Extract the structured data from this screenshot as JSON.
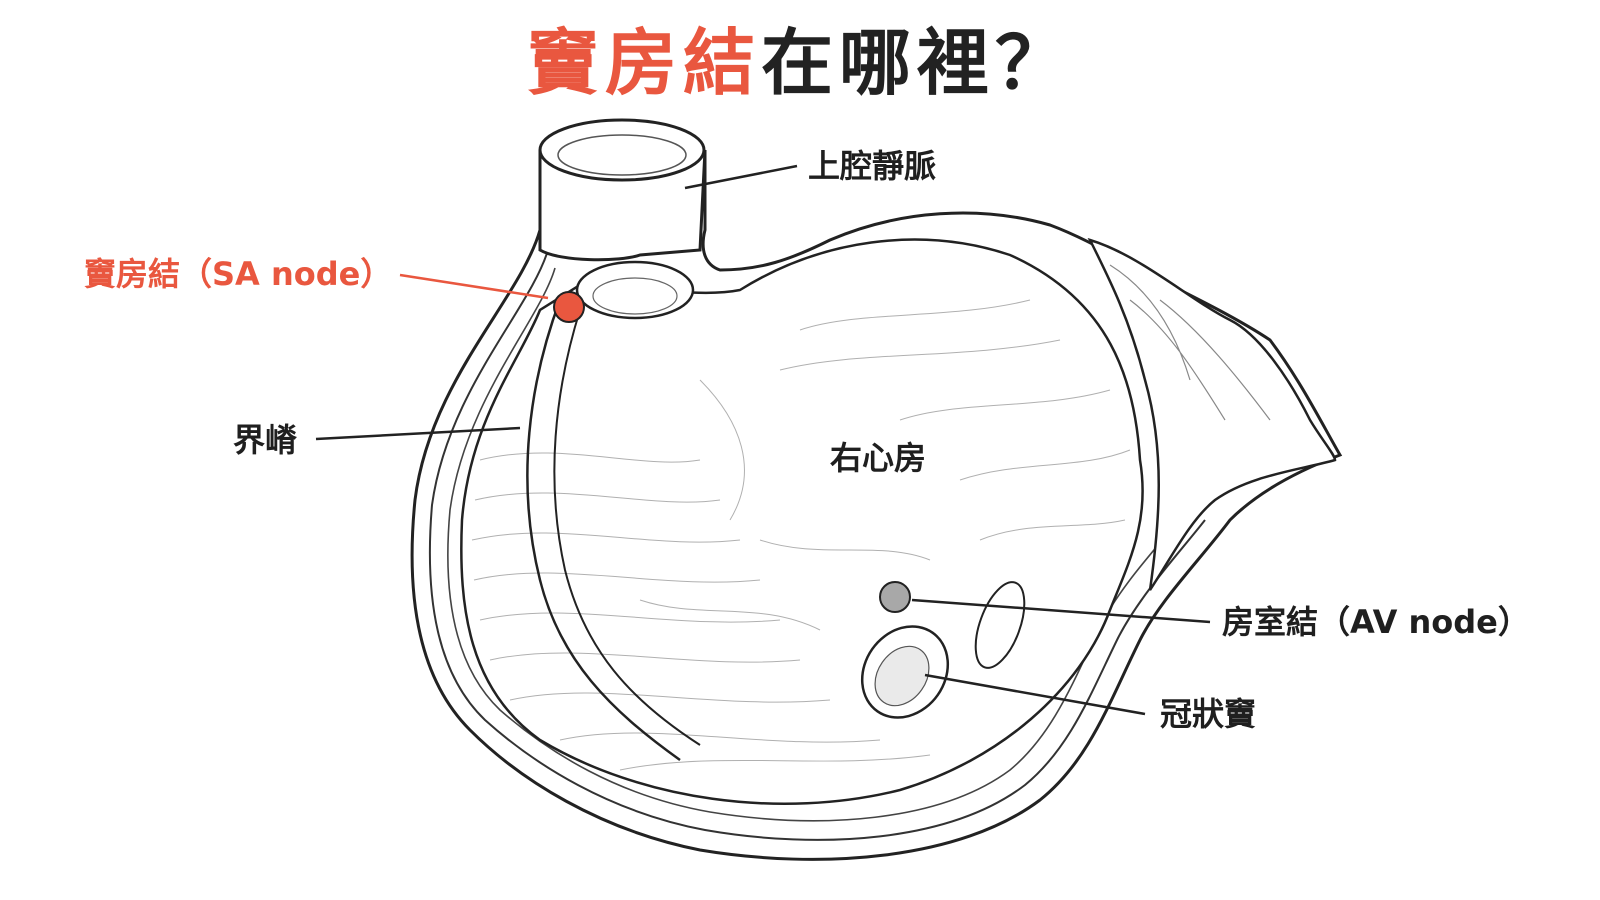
{
  "title": {
    "highlight": "竇房結",
    "rest": "在哪裡？"
  },
  "labels": {
    "svc": "上腔靜脈",
    "sa_node": "竇房結（SA node）",
    "crista": "界嵴",
    "right_atrium": "右心房",
    "av_node": "房室結（AV node）",
    "coronary_sinus": "冠狀竇"
  },
  "colors": {
    "accent": "#e9573f",
    "av_node": "#a8a8a8",
    "ink": "#222222"
  }
}
